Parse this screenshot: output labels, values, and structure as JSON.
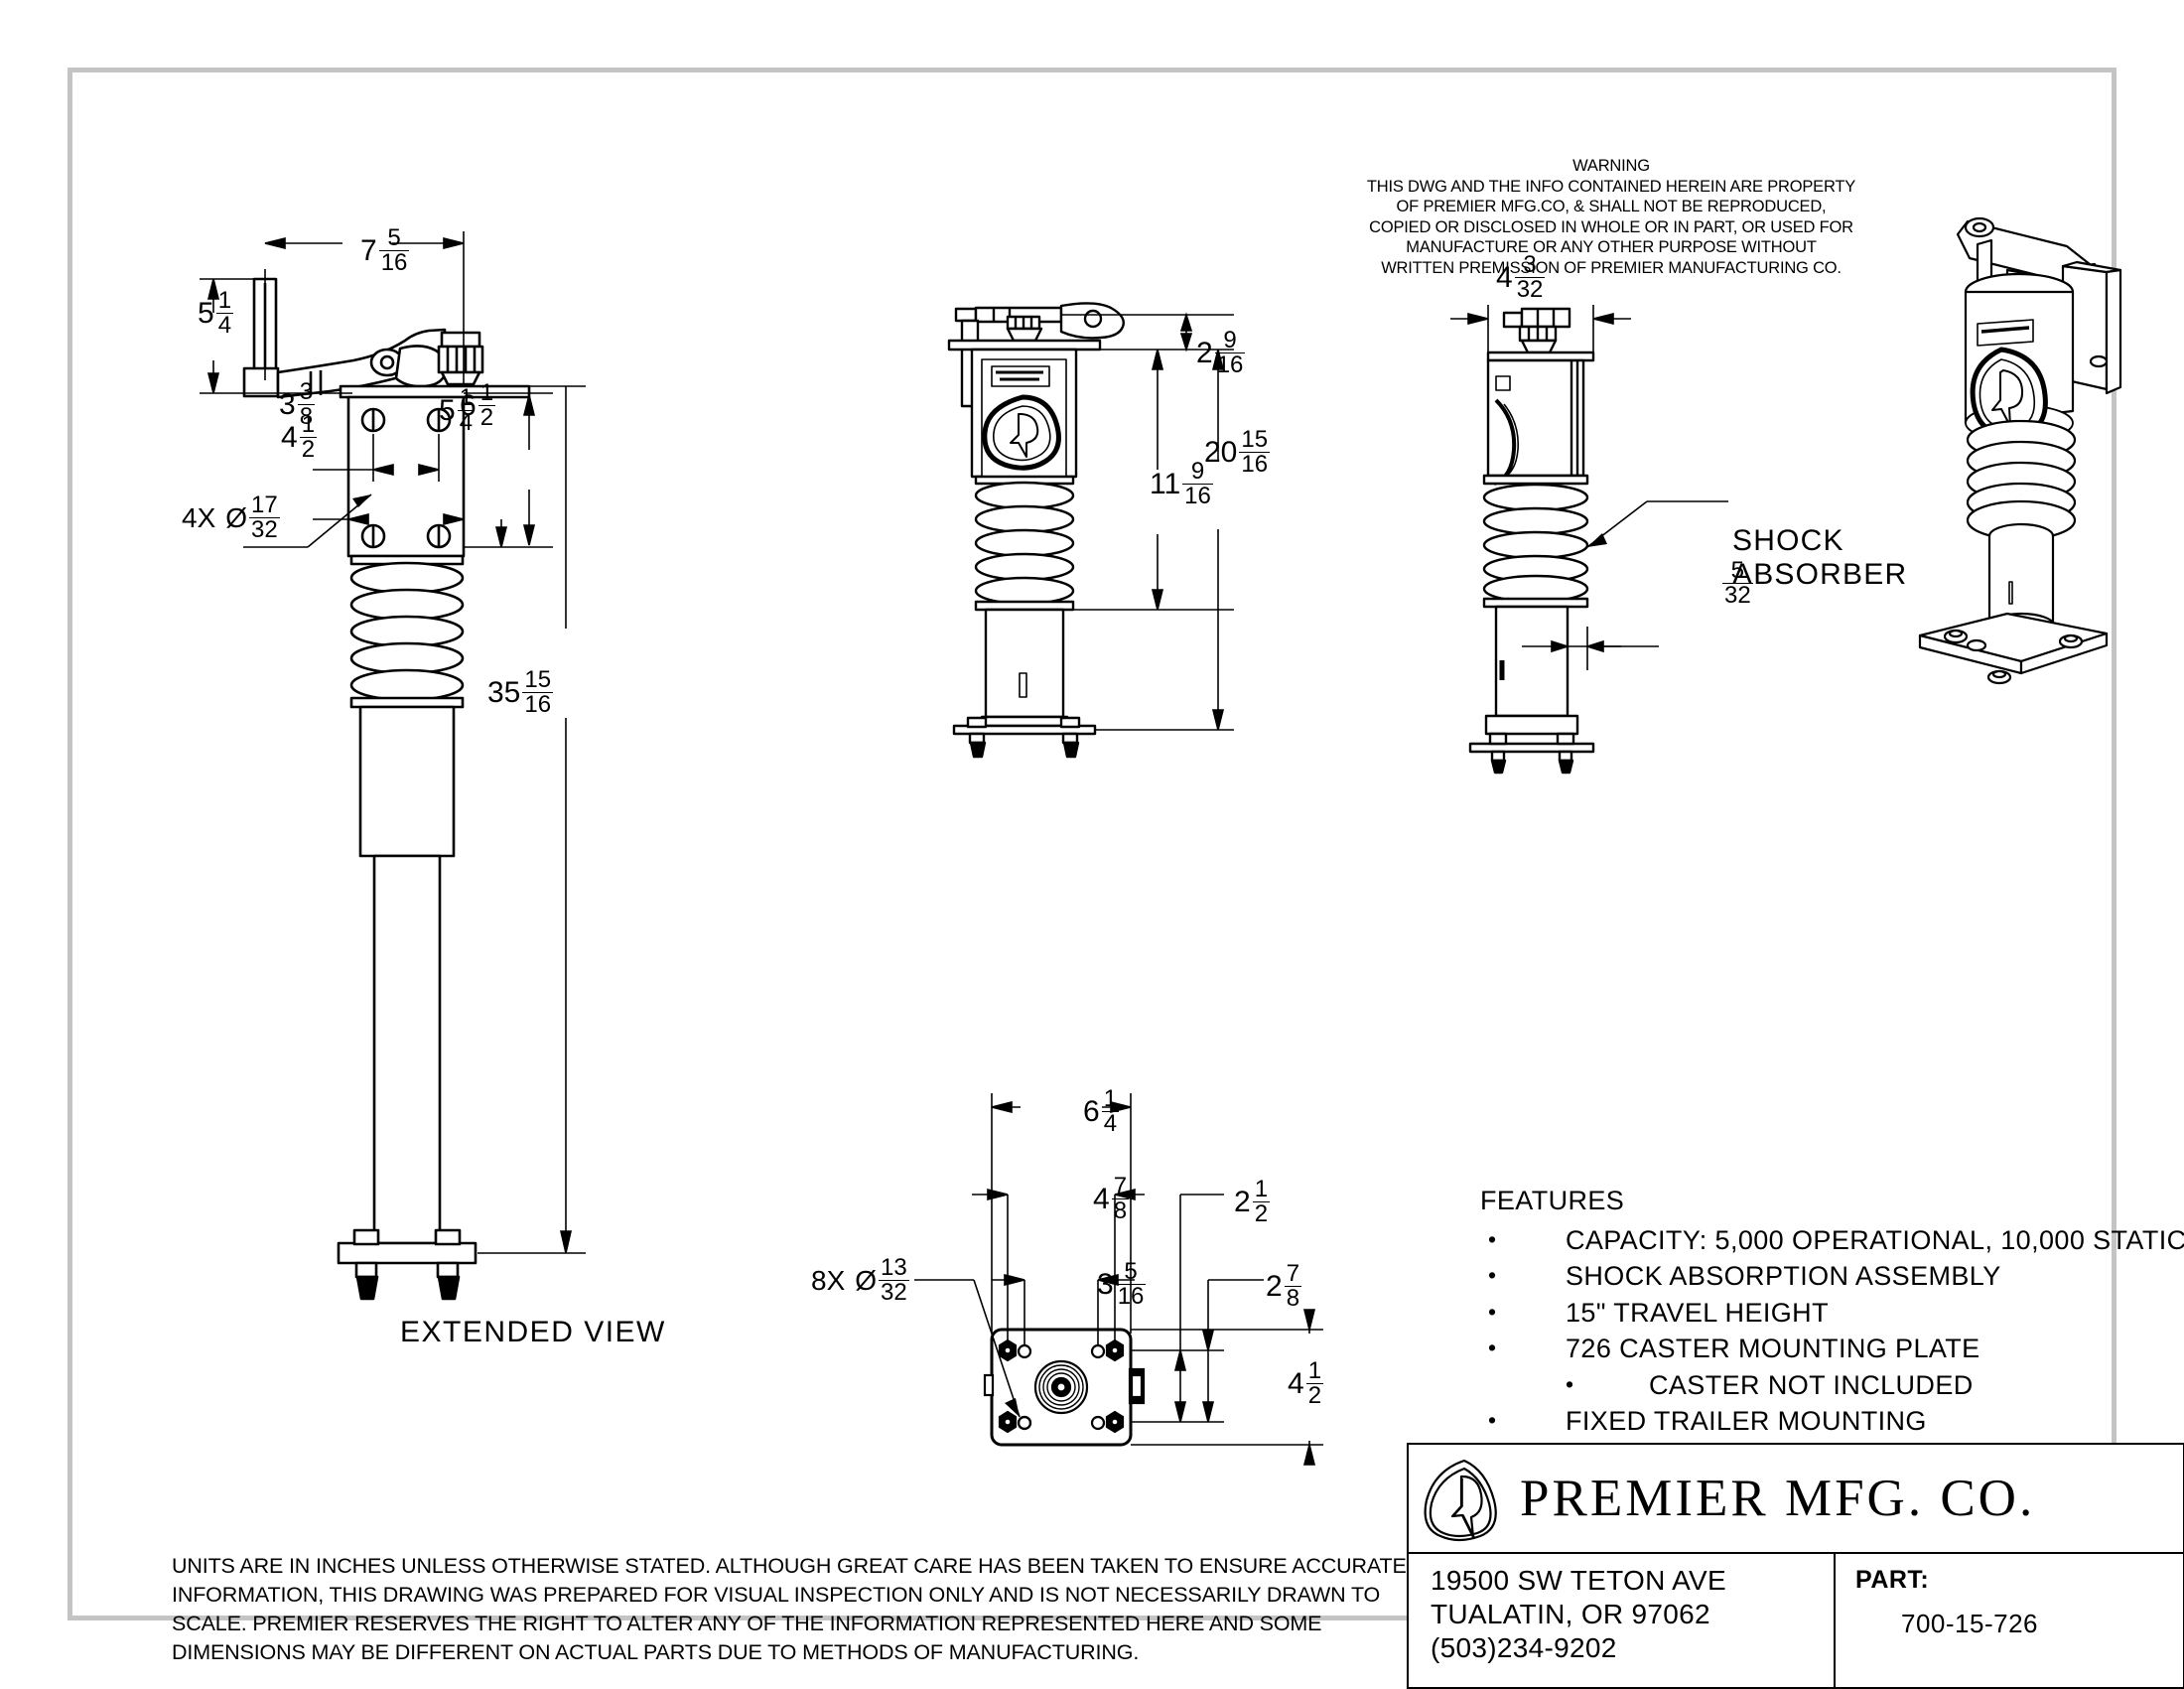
{
  "sheet": {
    "warning": {
      "title": "WARNING",
      "lines": [
        "THIS DWG AND THE INFO CONTAINED HEREIN ARE PROPERTY",
        "OF PREMIER MFG.CO, & SHALL NOT BE REPRODUCED,",
        "COPIED OR DISCLOSED IN WHOLE OR IN PART, OR USED FOR",
        "MANUFACTURE OR ANY OTHER PURPOSE WITHOUT",
        "WRITTEN PREMISSION OF PREMIER MANUFACTURING CO."
      ]
    },
    "disclaimer": [
      "UNITS ARE IN INCHES UNLESS OTHERWISE STATED.  ALTHOUGH GREAT CARE HAS BEEN TAKEN TO ENSURE ACCURATE",
      "INFORMATION, THIS DRAWING WAS PREPARED FOR VISUAL INSPECTION ONLY AND IS NOT NECESSARILY DRAWN TO",
      "SCALE.  PREMIER RESERVES THE RIGHT TO ALTER ANY OF THE INFORMATION REPRESENTED HERE AND SOME",
      "DIMENSIONS MAY BE DIFFERENT ON ACTUAL PARTS DUE TO METHODS OF MANUFACTURING."
    ]
  },
  "views": {
    "extended": {
      "label": "EXTENDED VIEW"
    },
    "callouts": {
      "shock_absorber_line1": "SHOCK",
      "shock_absorber_line2": "ABSORBER"
    }
  },
  "features": {
    "title": "FEATURES",
    "bullet": "•",
    "items": [
      {
        "text": "CAPACITY: 5,000 OPERATIONAL,  10,000 STATIC",
        "sub": false
      },
      {
        "text": "SHOCK ABSORPTION ASSEMBLY",
        "sub": false
      },
      {
        "text": "15\" TRAVEL HEIGHT",
        "sub": false
      },
      {
        "text": "726 CASTER MOUNTING PLATE",
        "sub": false
      },
      {
        "text": "CASTER NOT INCLUDED",
        "sub": true
      },
      {
        "text": "FIXED TRAILER MOUNTING",
        "sub": false
      }
    ]
  },
  "title_block": {
    "company": "PREMIER  MFG.  CO.",
    "address_line1": "19500 SW TETON AVE",
    "address_line2": "TUALATIN, OR 97062",
    "address_line3": "(503)234-9202",
    "part_label": "PART:",
    "part_number": "700-15-726"
  },
  "dimensions": {
    "v1_overall_width_top": {
      "whole": "7",
      "num": "5",
      "den": "16"
    },
    "v1_handle_height": {
      "whole": "5",
      "num": "1",
      "den": "4"
    },
    "v1_hole_spacing": {
      "whole": "3",
      "num": "3",
      "den": "8"
    },
    "v1_plate_width": {
      "whole": "4",
      "num": "1",
      "den": "2"
    },
    "v1_right_a": {
      "whole": "5",
      "num": "1",
      "den": "4"
    },
    "v1_right_b": {
      "whole": "6",
      "num": "1",
      "den": "2"
    },
    "v1_hole_note": {
      "prefix": "4X",
      "symbol": "Ø",
      "num": "17",
      "den": "32"
    },
    "v1_extended_height": {
      "whole": "35",
      "num": "15",
      "den": "16"
    },
    "v2_top_offset": {
      "whole": "2",
      "num": "9",
      "den": "16"
    },
    "v2_overall": {
      "whole": "20",
      "num": "15",
      "den": "16"
    },
    "v2_inner": {
      "whole": "11",
      "num": "9",
      "den": "16"
    },
    "v3_width": {
      "whole": "4",
      "num": "3",
      "den": "32"
    },
    "v3_tube_offset": {
      "whole": "",
      "num": "5",
      "den": "32"
    },
    "v4_plate_width": {
      "whole": "6",
      "num": "1",
      "den": "4"
    },
    "v4_hole_span_outer": {
      "whole": "4",
      "num": "7",
      "den": "8"
    },
    "v4_hole_span_inner": {
      "whole": "3",
      "num": "5",
      "den": "16"
    },
    "v4_hole_note": {
      "prefix": "8X",
      "symbol": "Ø",
      "num": "13",
      "den": "32"
    },
    "v4_vert_a": {
      "whole": "2",
      "num": "1",
      "den": "2"
    },
    "v4_vert_b": {
      "whole": "2",
      "num": "7",
      "den": "8"
    },
    "v4_plate_height": {
      "whole": "4",
      "num": "1",
      "den": "2"
    }
  }
}
